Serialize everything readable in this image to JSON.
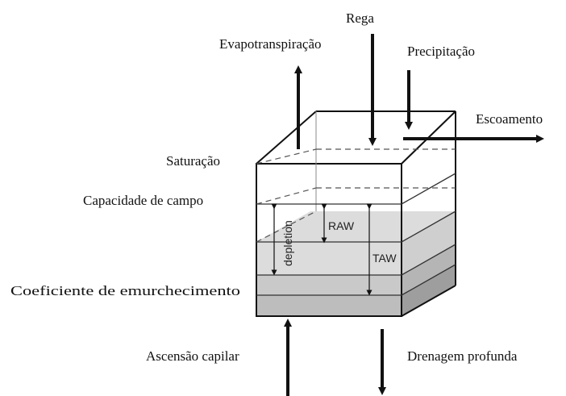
{
  "labels": {
    "rega": "Rega",
    "evapotranspiracao": "Evapotranspiração",
    "precipitacao": "Precipitação",
    "escoamento": "Escoamento",
    "saturacao": "Saturação",
    "capacidade_campo": "Capacidade de campo",
    "coef_emurchecimento": "Coeficiente de  emurchecimento",
    "ascensao_capilar": "Ascensão capilar",
    "drenagem_profunda": "Drenagem profunda",
    "raw": "RAW",
    "taw": "TAW",
    "depletion": "depletion"
  },
  "colors": {
    "outline": "#111111",
    "soil_light": "#d9d9d9",
    "soil_dark": "#bdbdbd",
    "soil_side": "#9e9e9e",
    "arrow": "#111111"
  }
}
